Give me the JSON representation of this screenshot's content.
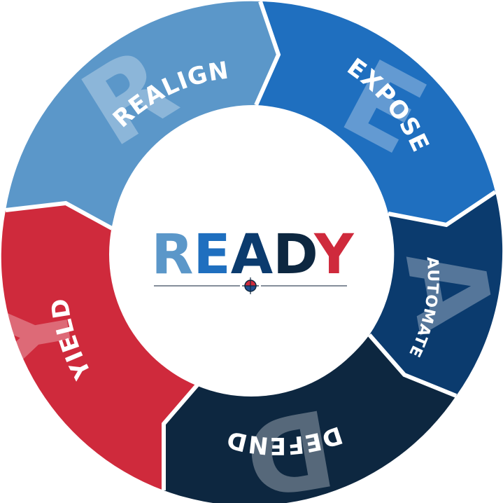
{
  "diagram": {
    "center": {
      "letters": [
        {
          "char": "R",
          "color": "#5b97c9"
        },
        {
          "char": "E",
          "color": "#1f6fbf"
        },
        {
          "char": "A",
          "color": "#0b3b6e"
        },
        {
          "char": "D",
          "color": "#0d2740"
        },
        {
          "char": "Y",
          "color": "#cf2a3c"
        }
      ]
    },
    "segments": [
      {
        "id": "realign",
        "label": "REALIGN",
        "initial": "R",
        "color": "#5b97c9"
      },
      {
        "id": "expose",
        "label": "EXPOSE",
        "initial": "E",
        "color": "#1f6fbf"
      },
      {
        "id": "automate",
        "label": "AUTOMATE",
        "initial": "A",
        "color": "#0b3b6e"
      },
      {
        "id": "defend",
        "label": "DEFEND",
        "initial": "D",
        "color": "#0d2740"
      },
      {
        "id": "yield",
        "label": "YIELD",
        "initial": "Y",
        "color": "#cf2a3c"
      }
    ],
    "crosshair_colors": [
      "#cf2a3c",
      "#1f4f8f"
    ]
  }
}
